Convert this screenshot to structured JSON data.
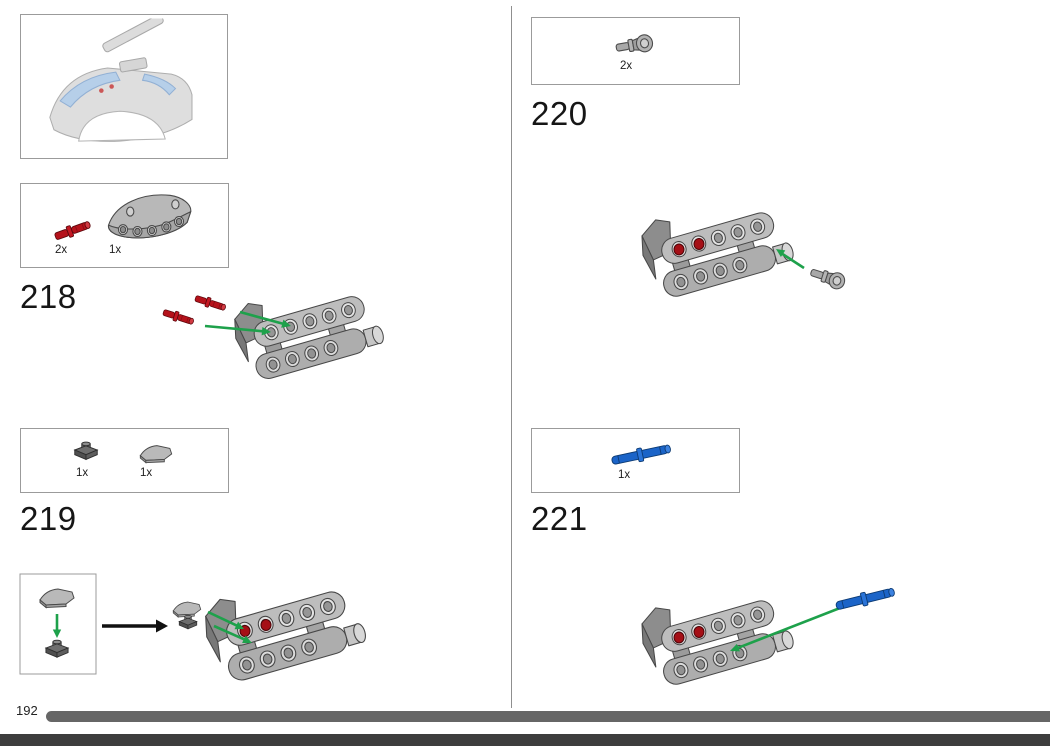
{
  "page": {
    "number": "192"
  },
  "colors": {
    "arrow_green": "#1ea14b",
    "part_red": "#b5121b",
    "part_blue": "#1b64c8",
    "part_gray": "#b0b0b0",
    "progress_bar": "#666666"
  },
  "steps": {
    "s218": {
      "number": "218",
      "parts": [
        {
          "name": "red-friction-pin",
          "count": "2x"
        },
        {
          "name": "gray-curved-panel",
          "count": "1x"
        }
      ]
    },
    "s219": {
      "number": "219",
      "parts": [
        {
          "name": "dark-plate-1x1",
          "count": "1x"
        },
        {
          "name": "gray-curved-slope",
          "count": "1x"
        }
      ]
    },
    "s220": {
      "number": "220",
      "parts": [
        {
          "name": "gray-pin-connector",
          "count": "2x"
        }
      ]
    },
    "s221": {
      "number": "221",
      "parts": [
        {
          "name": "blue-pin-3l",
          "count": "1x"
        }
      ]
    }
  }
}
